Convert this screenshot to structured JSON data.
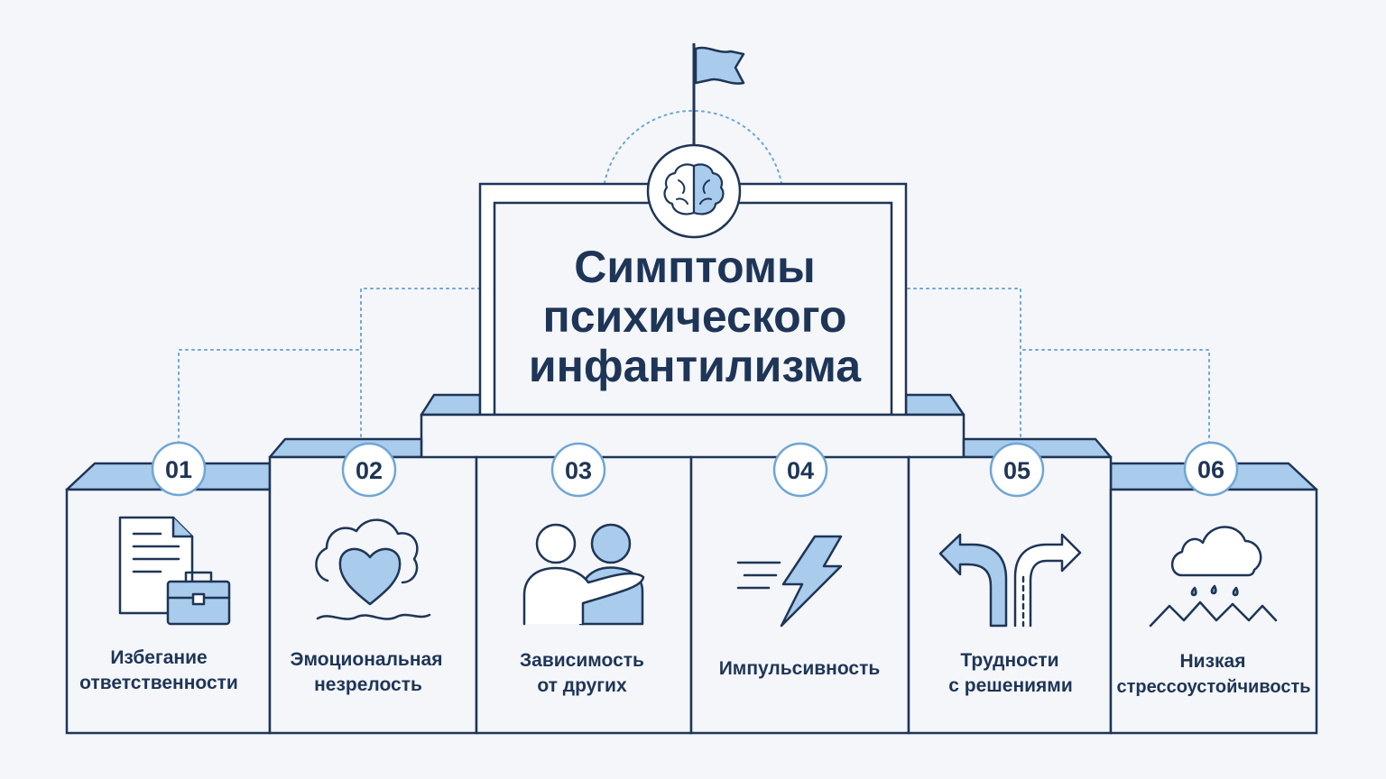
{
  "title": {
    "line1": "Симптомы",
    "line2": "психического",
    "line3": "инфантилизма"
  },
  "icons": {
    "top": "brain-icon",
    "flag": "flag-icon"
  },
  "colors": {
    "navy": "#1e3557",
    "blue": "#a9cbec",
    "blue_light": "#d4e5f6",
    "dotted": "#6fa6d4",
    "background": "#f4f6fa"
  },
  "symptoms": [
    {
      "number": "01",
      "line1": "Избегание",
      "line2": "ответственности",
      "icon": "document-briefcase-icon"
    },
    {
      "number": "02",
      "line1": "Эмоциональная",
      "line2": "незрелость",
      "icon": "cloud-heart-icon"
    },
    {
      "number": "03",
      "line1": "Зависимость",
      "line2": "от других",
      "icon": "embracing-people-icon"
    },
    {
      "number": "04",
      "line1": "Импульсивность",
      "line2": "",
      "icon": "lightning-icon"
    },
    {
      "number": "05",
      "line1": "Трудности",
      "line2": "с решениями",
      "icon": "split-arrows-icon"
    },
    {
      "number": "06",
      "line1": "Низкая",
      "line2": "стрессоустойчивость",
      "icon": "rain-cloud-icon"
    }
  ]
}
